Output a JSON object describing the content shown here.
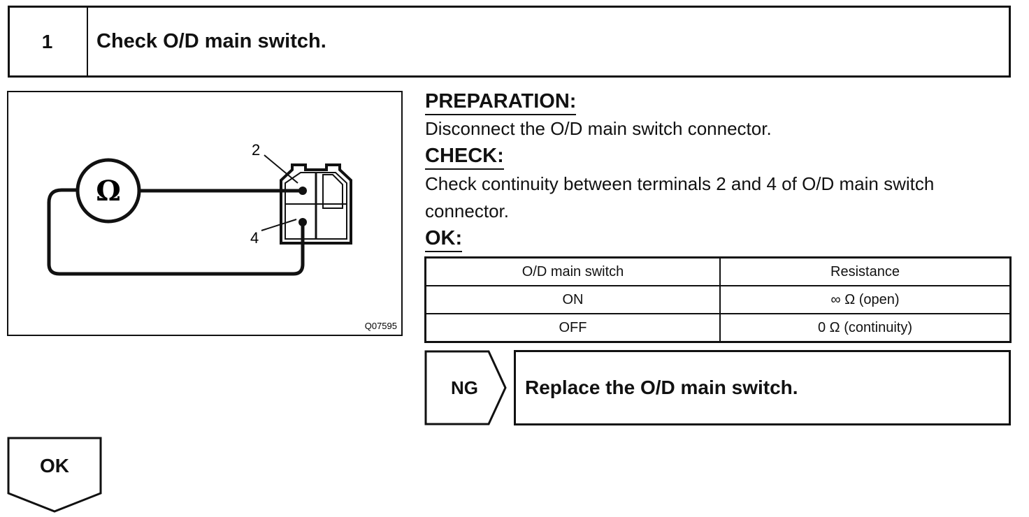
{
  "step": {
    "number": "1",
    "title": "Check O/D main switch."
  },
  "diagram": {
    "terminal_top": "2",
    "terminal_bottom": "4",
    "ohm_symbol": "Ω",
    "figure_code": "Q07595",
    "meter_icon": "ohmmeter-icon",
    "connector_icon": "connector-icon"
  },
  "preparation": {
    "heading": "PREPARATION:",
    "text": "Disconnect the O/D main switch connector."
  },
  "check": {
    "heading": "CHECK:",
    "line1": "Check continuity between terminals 2 and 4 of O/D main switch",
    "line2": "connector."
  },
  "ok_spec": {
    "heading": "OK:",
    "headers": [
      "O/D main switch",
      "Resistance"
    ],
    "rows": [
      [
        "ON",
        "∞ Ω (open)"
      ],
      [
        "OFF",
        "0 Ω (continuity)"
      ]
    ]
  },
  "ng_branch": {
    "label": "NG",
    "action": "Replace the O/D main switch."
  },
  "ok_branch": {
    "label": "OK"
  }
}
